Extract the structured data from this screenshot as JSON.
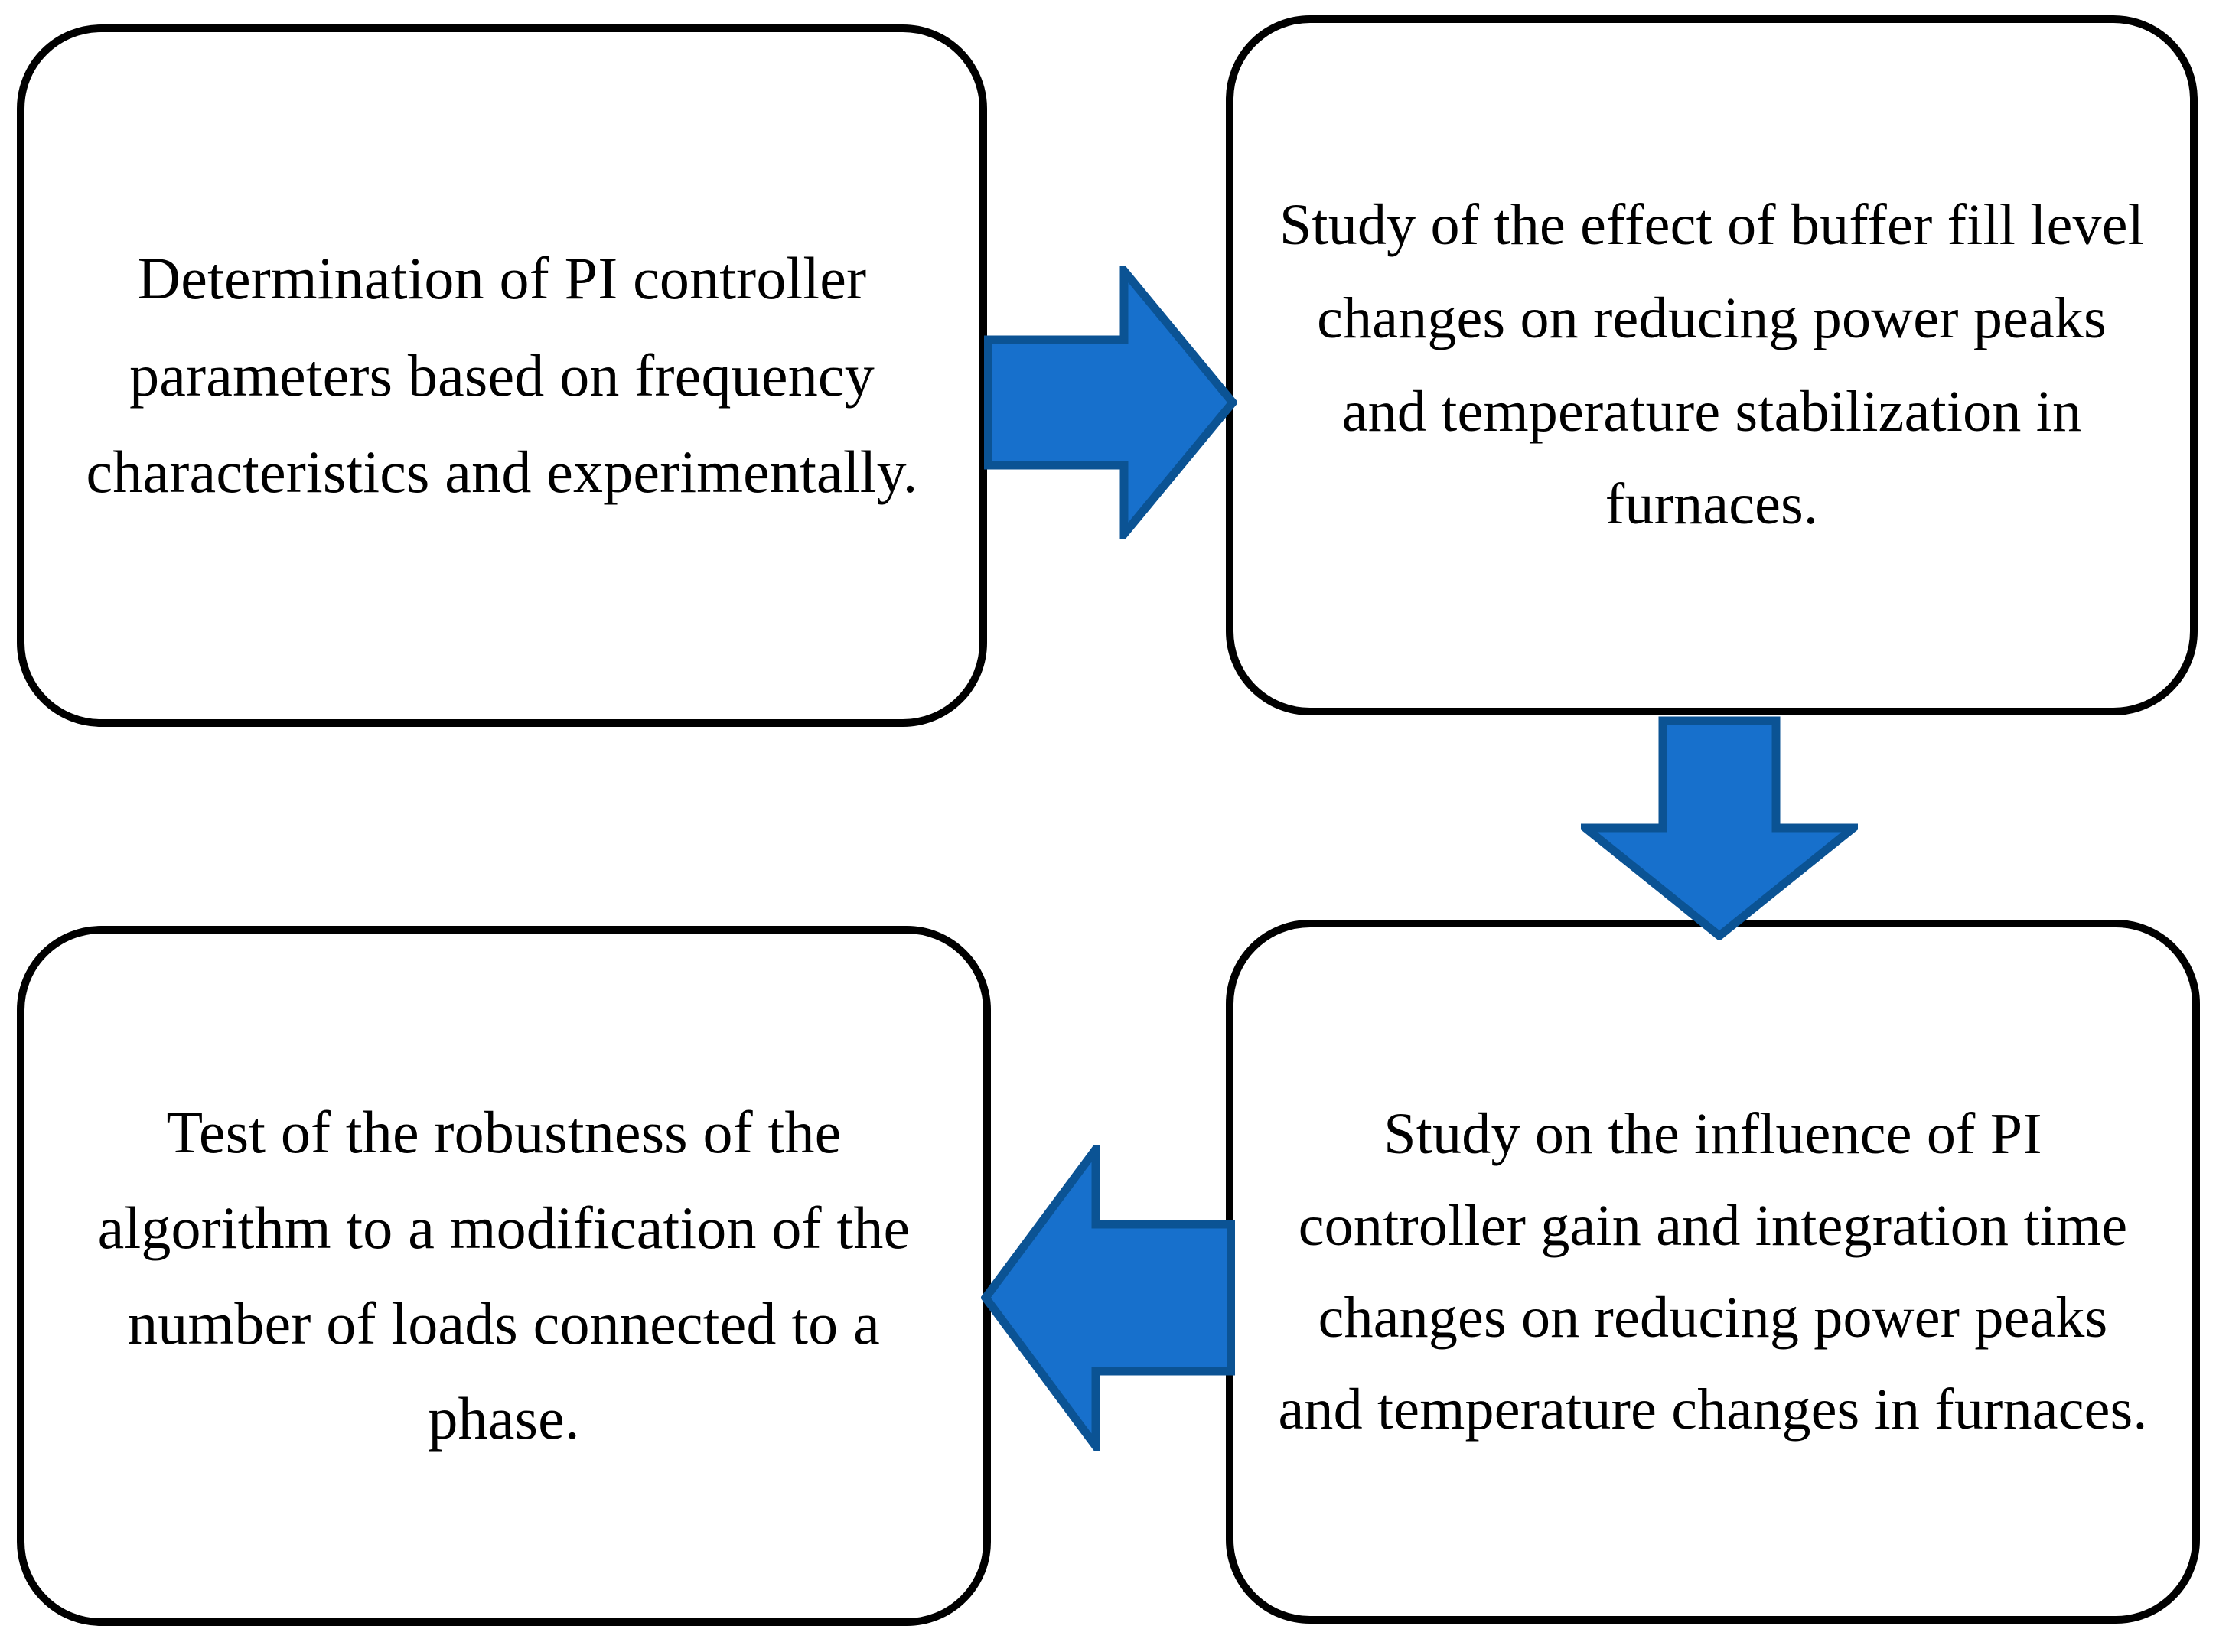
{
  "diagram": {
    "type": "flowchart",
    "orientation": "2x2-cycle",
    "background_color": "#FFFFFF",
    "node_border_color": "#000000",
    "node_fill_color": "#FFFFFF",
    "arrow_fill_color": "#1770CC",
    "arrow_stroke_color": "#0B5394",
    "text_color": "#000000",
    "nodes": [
      {
        "id": "node-top-left",
        "position": "top-left",
        "text": "Determination of PI controller parameters based on frequency characteristics and experimentally."
      },
      {
        "id": "node-top-right",
        "position": "top-right",
        "text": "Study of the effect of buffer fill level changes on reducing power peaks and temperature stabilization in furnaces."
      },
      {
        "id": "node-bottom-right",
        "position": "bottom-right",
        "text": "Study on the influence of PI controller gain and integration time changes on reducing power peaks and temperature changes in furnaces."
      },
      {
        "id": "node-bottom-left",
        "position": "bottom-left",
        "text": "Test of the robustness of the algorithm to a modification of the number of loads connected to a phase."
      }
    ],
    "arrows": [
      {
        "id": "arrow-right",
        "icon": "arrow-right-icon",
        "direction": "right",
        "from": "node-top-left",
        "to": "node-top-right"
      },
      {
        "id": "arrow-down",
        "icon": "arrow-down-icon",
        "direction": "down",
        "from": "node-top-right",
        "to": "node-bottom-right"
      },
      {
        "id": "arrow-left",
        "icon": "arrow-left-icon",
        "direction": "left",
        "from": "node-bottom-right",
        "to": "node-bottom-left"
      }
    ]
  }
}
